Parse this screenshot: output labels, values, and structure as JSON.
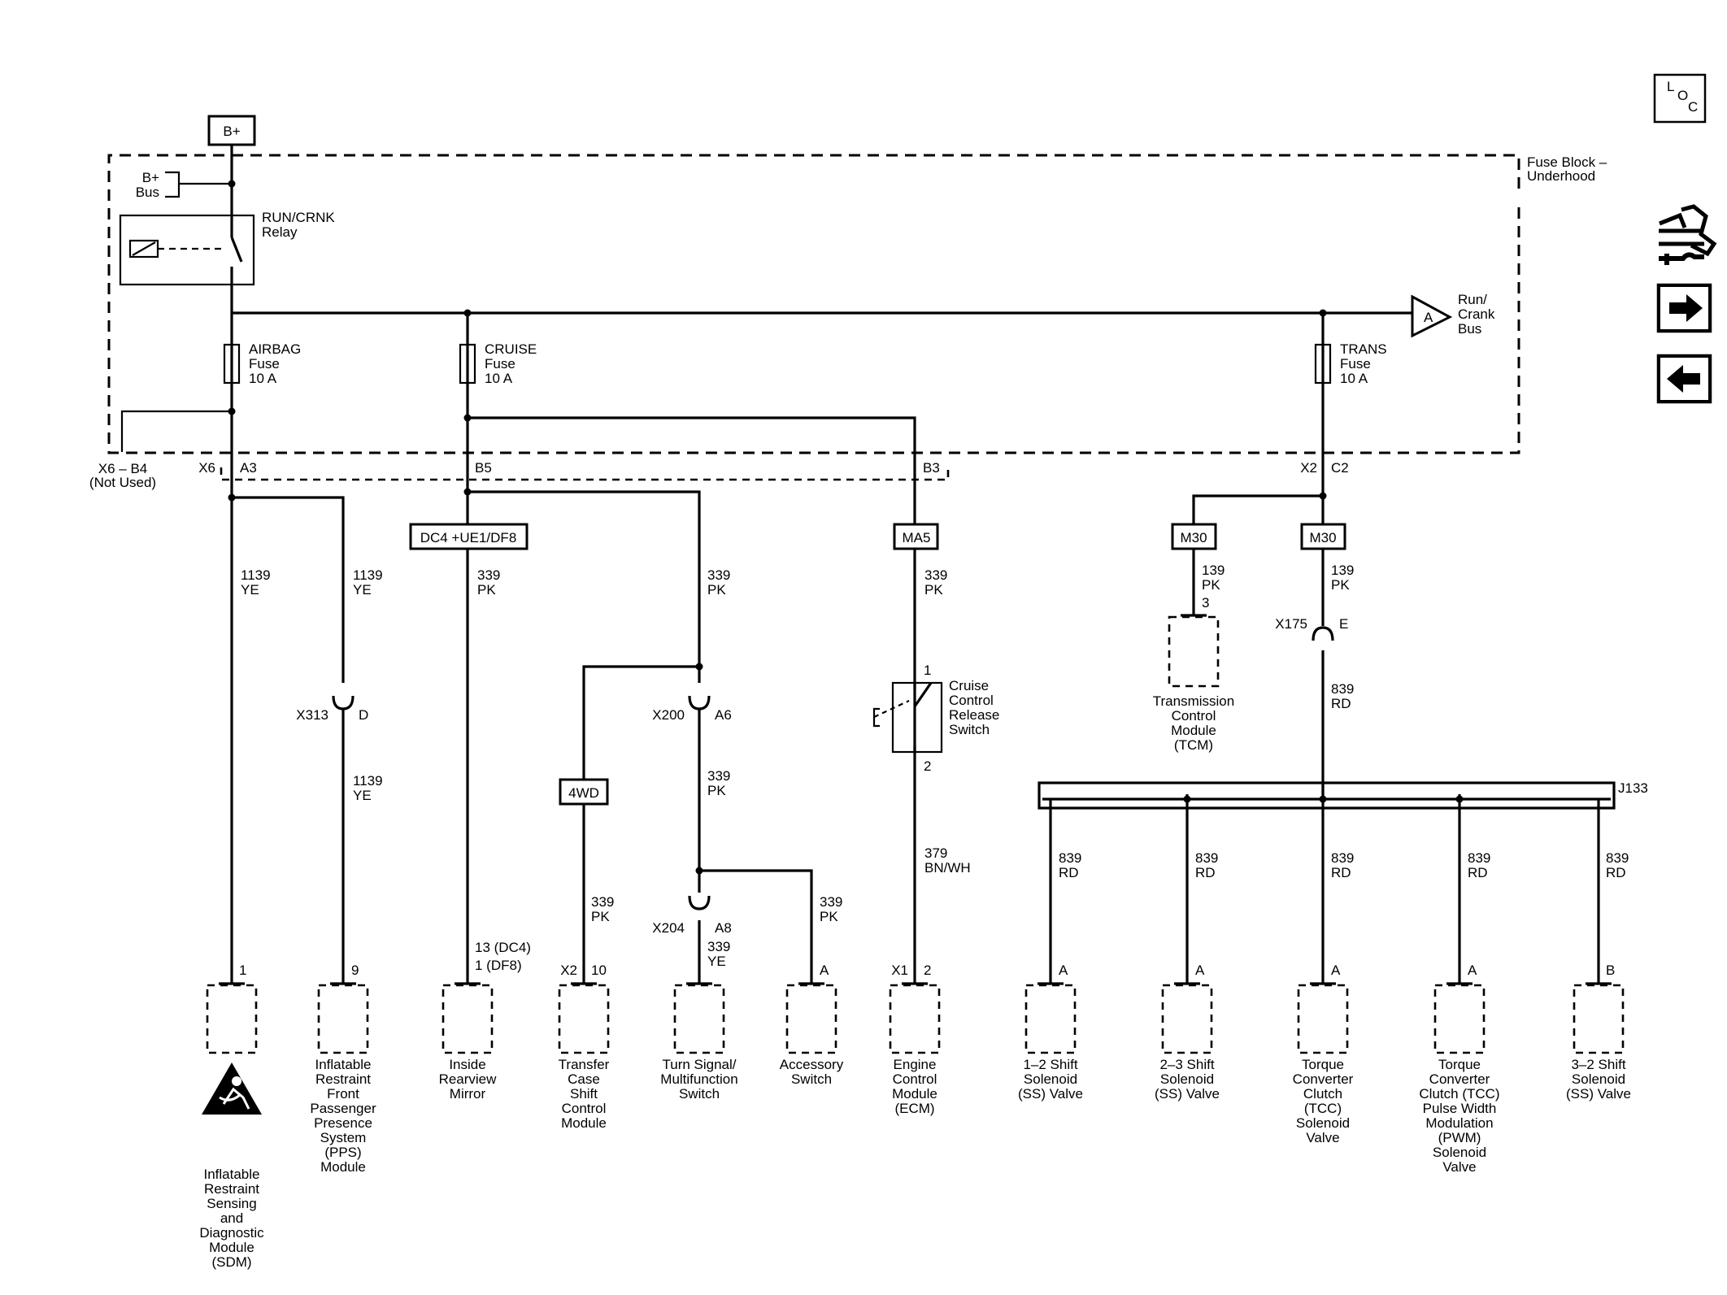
{
  "battery": "B+",
  "fuse_block": {
    "line1": "Fuse Block –",
    "line2": "Underhood"
  },
  "bus": {
    "line1": "B+",
    "line2": "Bus"
  },
  "relay": {
    "line1": "RUN/CRNK",
    "line2": "Relay"
  },
  "run_crank_bus": {
    "letter": "A",
    "line1": "Run/",
    "line2": "Crank",
    "line3": "Bus"
  },
  "fuses": [
    {
      "name": "AIRBAG",
      "type": "Fuse",
      "rating": "10 A"
    },
    {
      "name": "CRUISE",
      "type": "Fuse",
      "rating": "10 A"
    },
    {
      "name": "TRANS",
      "type": "Fuse",
      "rating": "10 A"
    }
  ],
  "not_used": {
    "line1": "X6 – B4",
    "line2": "(Not Used)"
  },
  "pins": {
    "x6": "X6",
    "a3": "A3",
    "b5": "B5",
    "b3": "B3",
    "x2": "X2",
    "c2": "C2",
    "x313": "X313",
    "d": "D",
    "x200": "X200",
    "a6": "A6",
    "x204": "X204",
    "a8": "A8",
    "x175": "X175",
    "e": "E",
    "sw1": "1",
    "sw2": "2",
    "tcm3": "3"
  },
  "options": {
    "dc4": "DC4 +UE1/DF8",
    "ma5": "MA5",
    "m30a": "M30",
    "m30b": "M30",
    "wd4": "4WD"
  },
  "splice": "J133",
  "wires": {
    "w1139": "1139",
    "w339": "339",
    "w139": "139",
    "w379": "379",
    "w839": "839",
    "ye": "YE",
    "pk": "PK",
    "rd": "RD",
    "bnwh": "BN/WH"
  },
  "switch": {
    "line1": "Cruise",
    "line2": "Control",
    "line3": "Release",
    "line4": "Switch"
  },
  "tcm": {
    "line1": "Transmission",
    "line2": "Control",
    "line3": "Module",
    "line4": "(TCM)"
  },
  "pin_labels": {
    "sdm": "1",
    "pps": "9",
    "mirror_a": "13 (DC4)",
    "mirror_b": "1 (DF8)",
    "tcase_conn": "X2",
    "tcase_pin": "10",
    "acc": "A",
    "ecm_conn": "X1",
    "ecm_pin": "2",
    "s12": "A",
    "s23": "A",
    "tcc": "A",
    "pwm": "A",
    "s32": "B"
  },
  "components": {
    "sdm": [
      "Inflatable",
      "Restraint",
      "Sensing",
      "and",
      "Diagnostic",
      "Module",
      "(SDM)"
    ],
    "pps": [
      "Inflatable",
      "Restraint",
      "Front",
      "Passenger",
      "Presence",
      "System",
      "(PPS)",
      "Module"
    ],
    "mirror": [
      "Inside",
      "Rearview",
      "Mirror"
    ],
    "tcase": [
      "Transfer",
      "Case",
      "Shift",
      "Control",
      "Module"
    ],
    "turn": [
      "Turn Signal/",
      "Multifunction",
      "Switch"
    ],
    "acc": [
      "Accessory",
      "Switch"
    ],
    "ecm": [
      "Engine",
      "Control",
      "Module",
      "(ECM)"
    ],
    "s12": [
      "1–2 Shift",
      "Solenoid",
      "(SS) Valve"
    ],
    "s23": [
      "2–3 Shift",
      "Solenoid",
      "(SS) Valve"
    ],
    "tcc": [
      "Torque",
      "Converter",
      "Clutch",
      "(TCC)",
      "Solenoid",
      "Valve"
    ],
    "pwm": [
      "Torque",
      "Converter",
      "Clutch (TCC)",
      "Pulse Width",
      "Modulation",
      "(PWM)",
      "Solenoid",
      "Valve"
    ],
    "s32": [
      "3–2 Shift",
      "Solenoid",
      "(SS) Valve"
    ]
  },
  "loc": {
    "l": "L",
    "o": "O",
    "c": "C"
  }
}
